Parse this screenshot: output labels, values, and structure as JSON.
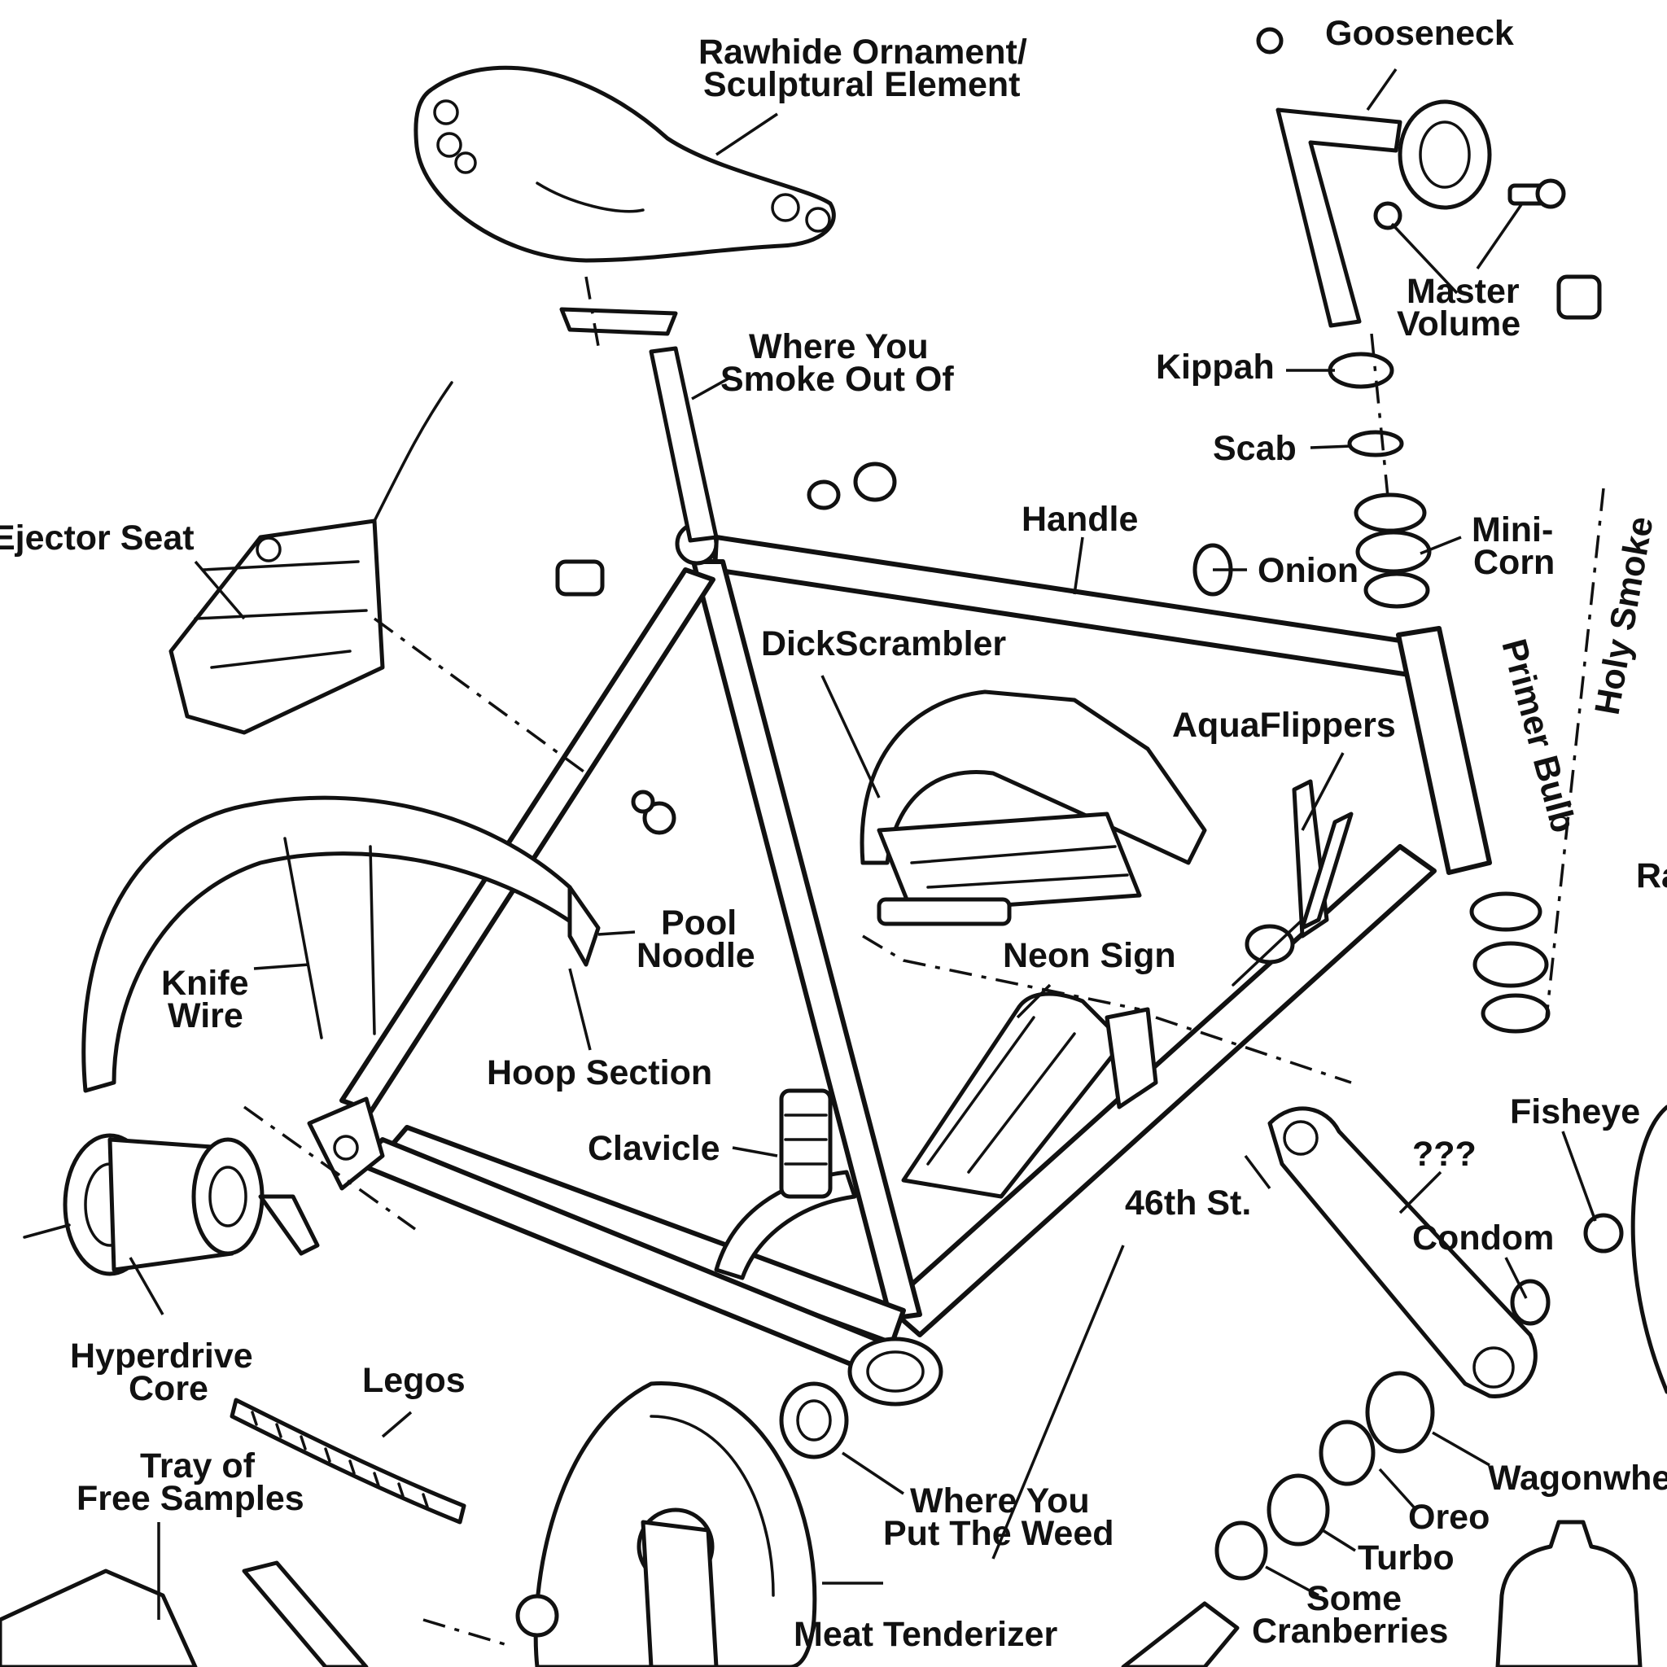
{
  "diagram": {
    "labels": {
      "gooseneck": "Gooseneck",
      "rawhide_1": "Rawhide Ornament/",
      "rawhide_2": "Sculptural Element",
      "master_1": "Master",
      "master_2": "Volume",
      "where_smoke_1": "Where You",
      "where_smoke_2": "Smoke Out Of",
      "kippah": "Kippah",
      "scab": "Scab",
      "ejector_seat": "Ejector Seat",
      "handle": "Handle",
      "onion": "Onion",
      "minicorn_1": "Mini-",
      "minicorn_2": "Corn",
      "holy_smoke": "Holy Smoke",
      "dickscrambler": "DickScrambler",
      "aquaflippers": "AquaFlippers",
      "primer_bulb": "Primer Bulb",
      "pool_1": "Pool",
      "pool_2": "Noodle",
      "knife_1": "Knife",
      "knife_2": "Wire",
      "neon_sign": "Neon Sign",
      "hoop_section": "Hoop Section",
      "clavicle": "Clavicle",
      "fisheye": "Fisheye",
      "qqq": "???",
      "st46": "46th St.",
      "condom": "Condom",
      "hyper_1": "Hyperdrive",
      "hyper_2": "Core",
      "legos": "Legos",
      "tray_1": "Tray of",
      "tray_2": "Free Samples",
      "weed_1": "Where You",
      "weed_2": "Put The Weed",
      "wagonwheel": "Wagonwhe",
      "oreo": "Oreo",
      "turbo": "Turbo",
      "cranberries_1": "Some",
      "cranberries_2": "Cranberries",
      "meat_tenderizer": "Meat Tenderizer",
      "ra_cut": "Ra"
    }
  }
}
